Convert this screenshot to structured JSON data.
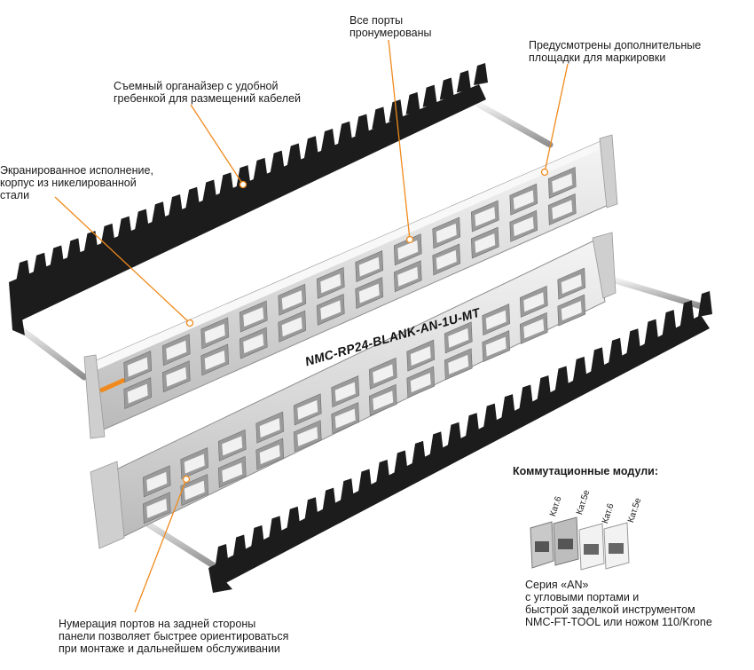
{
  "callouts": {
    "ports_numbered": [
      "Все порты",
      "пронумерованы"
    ],
    "marking_pads": [
      "Предусмотрены дополнительные",
      "площадки для маркировки"
    ],
    "organizer": [
      "Съемный органайзер с удобной",
      "гребенкой для размещений кабелей"
    ],
    "shielded": [
      "Экранированное исполнение,",
      "корпус из никелированной",
      "стали"
    ],
    "rear_numbering": [
      "Нумерация портов на задней стороны",
      "панели позволяет быстрее ориентироваться",
      "при монтаже и дальнейшем обслуживании"
    ],
    "series": [
      "Серия «AN»",
      "с угловыми портами и",
      "быстрой заделкой инструментом",
      "NMC-FT-TOOL или ножом 110/Krone"
    ]
  },
  "model_label": "NMC-RP24-BLANK-AN-1U-MT",
  "modules": {
    "title": "Коммутационные модули:",
    "labels": [
      "Кат.6",
      "Кат.5e",
      "Кат.6",
      "Кат.5e"
    ]
  },
  "colors": {
    "accent_orange": "#f08a1c",
    "panel_silver": "#dcdcdc",
    "organizer_black": "#1c1c1c"
  }
}
